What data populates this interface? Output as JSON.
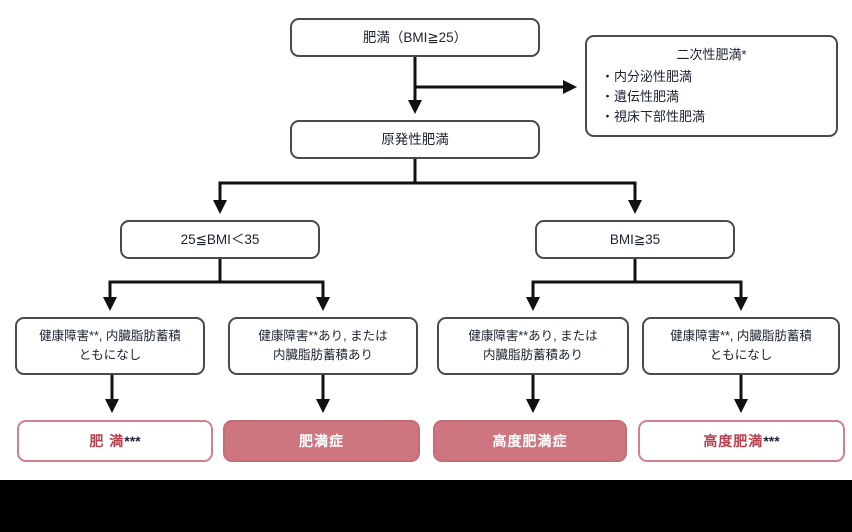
{
  "diagram": {
    "type": "flowchart",
    "topic": "obesity-classification-by-bmi",
    "top_box": {
      "label": "肥満（BMI≧25）"
    },
    "secondary_box": {
      "title": "二次性肥満*",
      "items": [
        "・内分泌性肥満",
        "・遺伝性肥満",
        "・視床下部性肥満"
      ]
    },
    "primary_box": {
      "label": "原発性肥満"
    },
    "bmi_left_box": {
      "label": "25≦BMI＜35"
    },
    "bmi_right_box": {
      "label": "BMI≧35"
    },
    "conditions": [
      {
        "line1": "健康障害**, 内臓脂肪蓄積",
        "line2": "ともになし"
      },
      {
        "line1": "健康障害**あり, または",
        "line2": "内臓脂肪蓄積あり"
      },
      {
        "line1": "健康障害**あり, または",
        "line2": "内臓脂肪蓄積あり"
      },
      {
        "line1": "健康障害**, 内臓脂肪蓄積",
        "line2": "ともになし"
      }
    ],
    "results": [
      {
        "label": "肥 満",
        "suffix": "***",
        "style": "outline"
      },
      {
        "label": "肥満症",
        "suffix": "",
        "style": "filled"
      },
      {
        "label": "高度肥満症",
        "suffix": "",
        "style": "filled"
      },
      {
        "label": "高度肥満",
        "suffix": "***",
        "style": "outline"
      }
    ],
    "colors": {
      "accent_fill": "#ce7680",
      "accent_border": "#c66b77",
      "outline_border": "#d4808c",
      "result_text_red": "#b9404f",
      "asterisk_dark": "#1c2133",
      "line_black": "#111111",
      "bottom_bar": "#000000"
    }
  }
}
